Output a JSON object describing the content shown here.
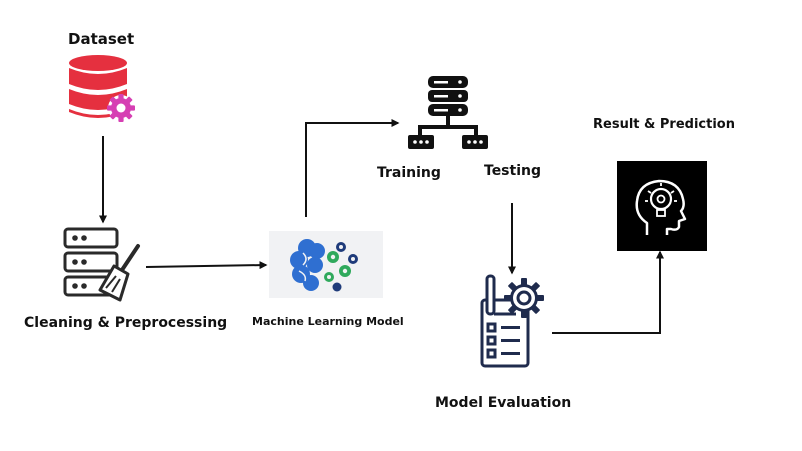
{
  "nodes": {
    "dataset": {
      "label": "Dataset",
      "icon": "database-gear-icon"
    },
    "cleaning": {
      "label": "Cleaning & Preprocessing",
      "icon": "server-broom-icon"
    },
    "model": {
      "label": "Machine Learning Model",
      "icon": "brain-gears-icon"
    },
    "training": {
      "label": "Training",
      "icon": "server-network-icon"
    },
    "testing": {
      "label": "Testing"
    },
    "evaluation": {
      "label": "Model Evaluation",
      "icon": "clipboard-gear-icon"
    },
    "result": {
      "label": "Result & Prediction",
      "icon": "head-lightbulb-icon"
    }
  },
  "colors": {
    "database_red": "#e5303f",
    "gear_purple": "#d63fb3",
    "brain_blue": "#2f6fd1",
    "gear_green": "#2fa95c",
    "gear_navy": "#1f3b7a",
    "ink": "#111111",
    "panel_gray": "#f1f2f4"
  }
}
